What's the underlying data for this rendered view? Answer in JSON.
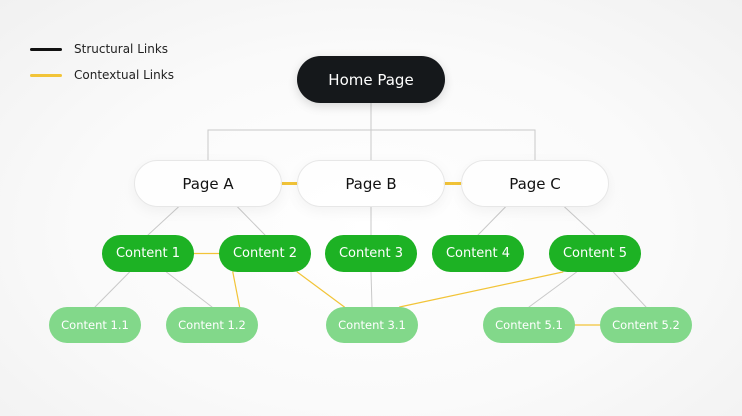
{
  "legend": [
    {
      "label": "Structural Links",
      "color": "#111111"
    },
    {
      "label": "Contextual Links",
      "color": "#f2c438"
    }
  ],
  "nodes": {
    "home": "Home Page",
    "page_a": "Page A",
    "page_b": "Page B",
    "page_c": "Page C",
    "content_1": "Content 1",
    "content_2": "Content 2",
    "content_3": "Content 3",
    "content_4": "Content 4",
    "content_5": "Content 5",
    "content_1_1": "Content 1.1",
    "content_1_2": "Content 1.2",
    "content_3_1": "Content 3.1",
    "content_5_1": "Content 5.1",
    "content_5_2": "Content 5.2"
  },
  "links": {
    "structural": [
      [
        "home",
        "page_a"
      ],
      [
        "home",
        "page_b"
      ],
      [
        "home",
        "page_c"
      ],
      [
        "page_a",
        "content_1"
      ],
      [
        "page_a",
        "content_2"
      ],
      [
        "page_b",
        "content_3"
      ],
      [
        "page_c",
        "content_4"
      ],
      [
        "page_c",
        "content_5"
      ],
      [
        "content_1",
        "content_1_1"
      ],
      [
        "content_1",
        "content_1_2"
      ],
      [
        "content_3",
        "content_3_1"
      ],
      [
        "content_5",
        "content_5_1"
      ],
      [
        "content_5",
        "content_5_2"
      ]
    ],
    "contextual": [
      [
        "page_a",
        "page_b"
      ],
      [
        "page_b",
        "page_c"
      ],
      [
        "content_1",
        "content_2"
      ],
      [
        "content_2",
        "content_1_2"
      ],
      [
        "content_2",
        "content_3_1"
      ],
      [
        "content_5",
        "content_3_1"
      ],
      [
        "content_5_1",
        "content_5_2"
      ]
    ]
  },
  "colors": {
    "structural_line": "#c9c9c9",
    "contextual_line": "#f2c438",
    "home_fill": "#15181b",
    "page_fill": "#ffffff",
    "content_fill": "#1db224",
    "sub_fill": "#82d88a"
  }
}
